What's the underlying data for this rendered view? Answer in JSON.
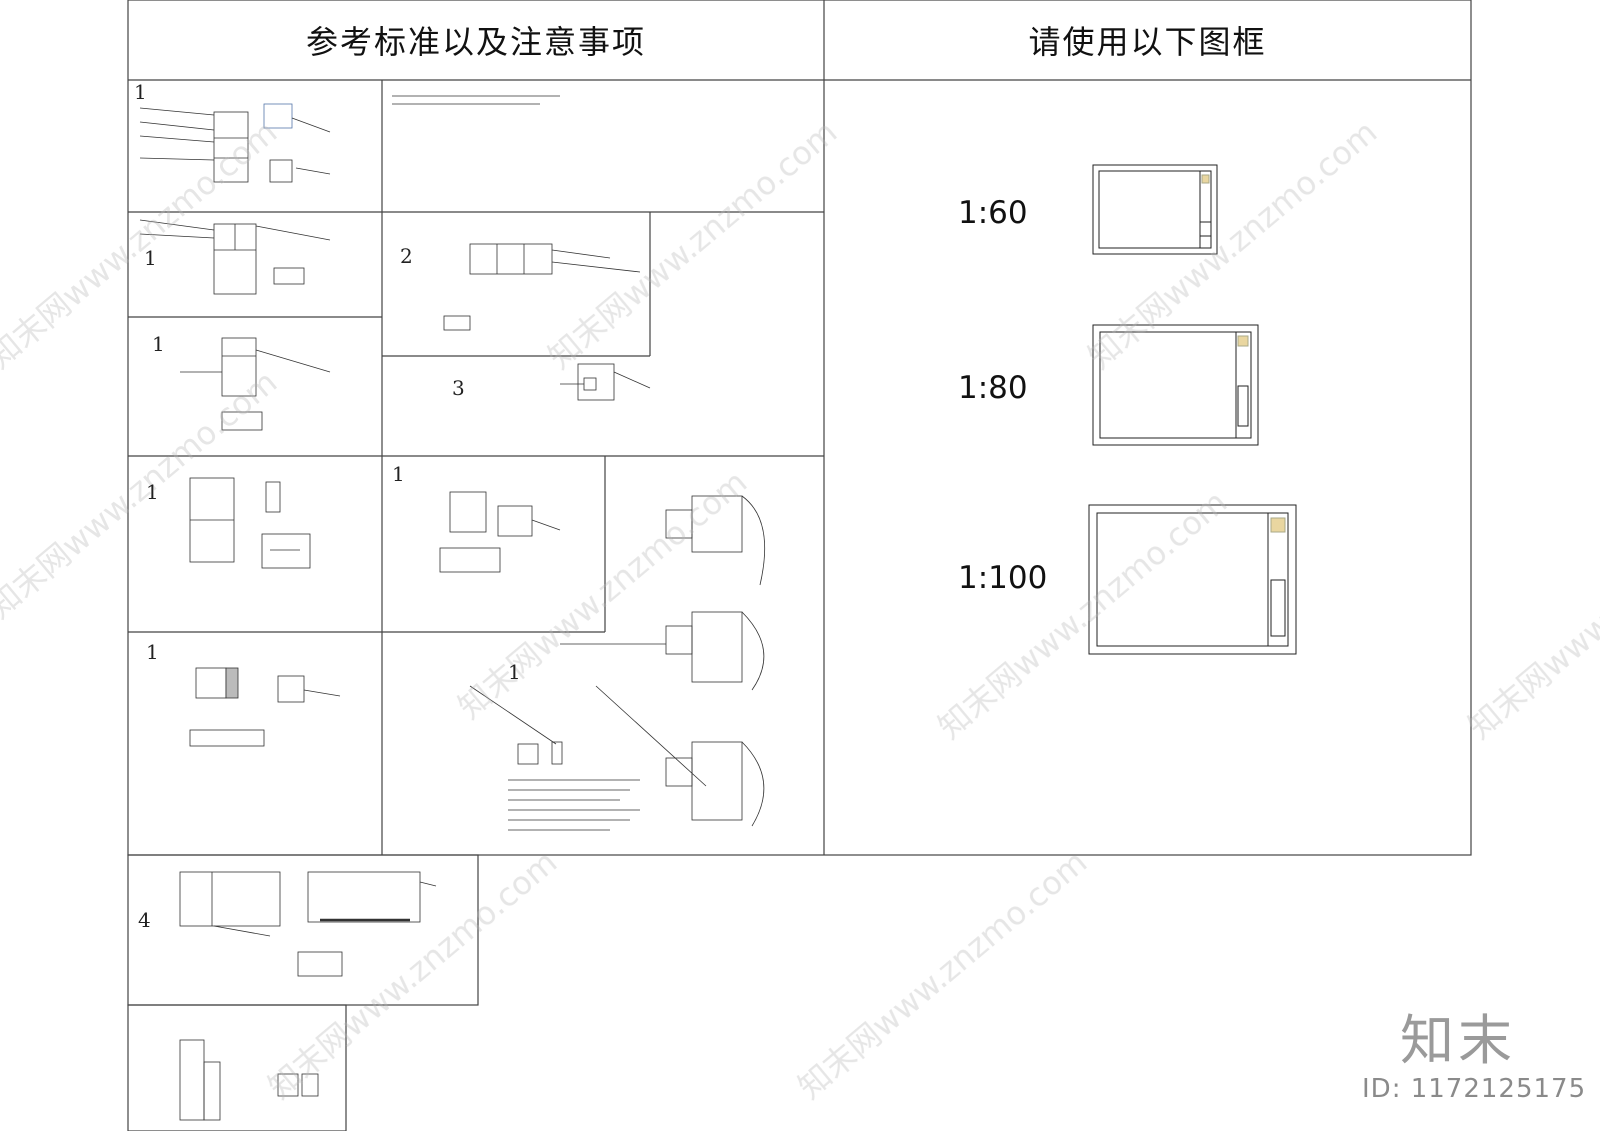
{
  "headers": {
    "left": "参考标准以及注意事项",
    "right": "请使用以下图框"
  },
  "scales": [
    "1:60",
    "1:80",
    "1:100"
  ],
  "drawing_numbers": {
    "top_left": "1",
    "row2_left": "1",
    "row2_mid": "2",
    "row3_left": "1",
    "row3_mid": "3",
    "row4_left": "1",
    "row4_mid": "1",
    "row5_left": "1",
    "row5_mid": "1",
    "bottom_a": "4"
  },
  "watermark": {
    "logo": "知末",
    "id": "ID: 1172125175"
  }
}
